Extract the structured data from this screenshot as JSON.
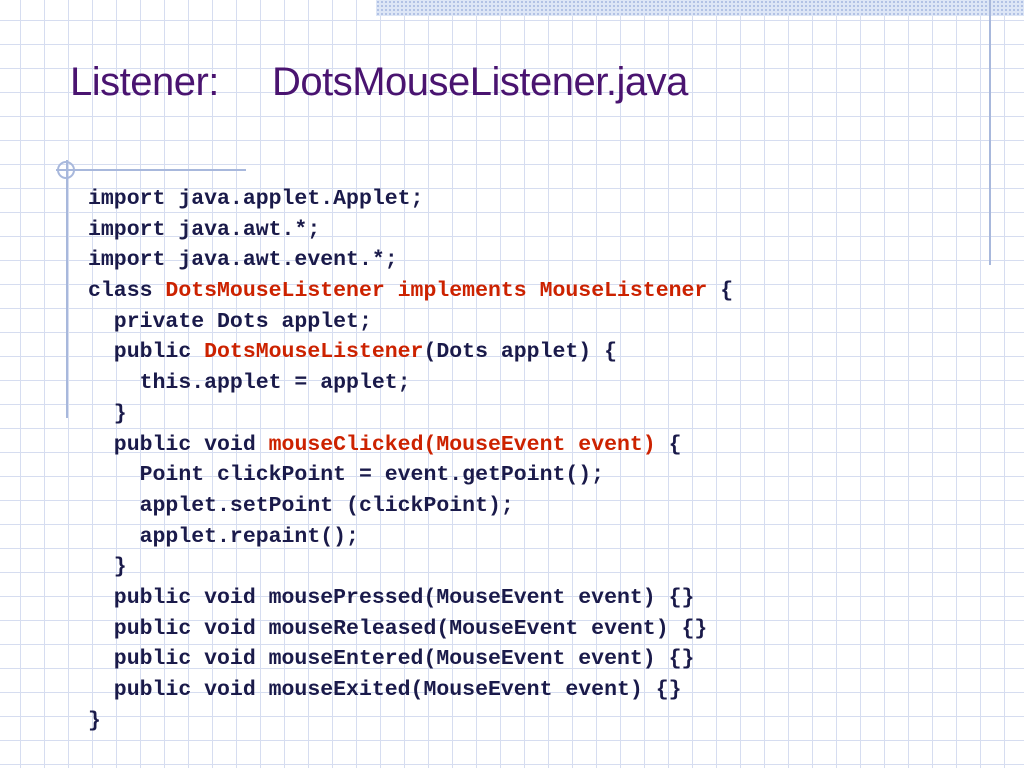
{
  "slide": {
    "title": "Listener:     DotsMouseListener.java",
    "colors": {
      "title": "#4a1470",
      "code": "#1a1a4a",
      "highlight": "#cc2200",
      "grid": "#d6ddf0",
      "accent_lines": "#a8b8dc"
    }
  },
  "code": {
    "lines": [
      [
        {
          "text": "import java.applet.Applet;"
        }
      ],
      [
        {
          "text": "import java.awt.*;"
        }
      ],
      [
        {
          "text": "import java.awt.event.*;"
        }
      ],
      [
        {
          "text": "class "
        },
        {
          "text": "DotsMouseListener implements MouseListener",
          "highlight": true
        },
        {
          "text": " {"
        }
      ],
      [
        {
          "text": "  private Dots applet;"
        }
      ],
      [
        {
          "text": "  public "
        },
        {
          "text": "DotsMouseListener",
          "highlight": true
        },
        {
          "text": "(Dots applet) {"
        }
      ],
      [
        {
          "text": "    this.applet = applet;"
        }
      ],
      [
        {
          "text": "  }"
        }
      ],
      [
        {
          "text": "  public void "
        },
        {
          "text": "mouseClicked(MouseEvent event)",
          "highlight": true
        },
        {
          "text": " {"
        }
      ],
      [
        {
          "text": "    Point clickPoint = event.getPoint();"
        }
      ],
      [
        {
          "text": "    applet.setPoint (clickPoint);"
        }
      ],
      [
        {
          "text": "    applet.repaint();"
        }
      ],
      [
        {
          "text": "  }"
        }
      ],
      [
        {
          "text": "  public void mousePressed(MouseEvent event) {}"
        }
      ],
      [
        {
          "text": "  public void mouseReleased(MouseEvent event) {}"
        }
      ],
      [
        {
          "text": "  public void mouseEntered(MouseEvent event) {}"
        }
      ],
      [
        {
          "text": "  public void mouseExited(MouseEvent event) {}"
        }
      ],
      [
        {
          "text": "}"
        }
      ]
    ]
  }
}
